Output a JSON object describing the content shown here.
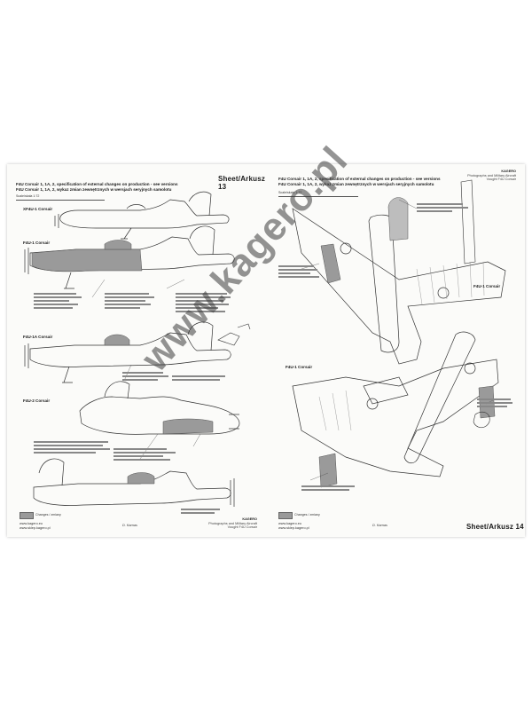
{
  "left_page": {
    "sheet_title": "Sheet/Arkusz 13",
    "heading_line1": "F4U Corsair 1, 1A, 2, specification of external changes on production - see versions",
    "heading_line2": "F4U Corsair 1, 1A, 2, wykaz zmian zewnętrznych w wersjach seryjnych samolotu",
    "scale_label": "Scale/skala 1:72",
    "variant_1": "XF4U-1 Corsair",
    "variant_2": "F4U-1 Corsair",
    "variant_3": "F4U-1A Corsair",
    "variant_4": "F4U-2 Corsair",
    "legend_label": "Changes / zmiany",
    "footer_line1": "www.kagero.eu",
    "footer_line2": "www.sklep.kagero.pl",
    "credit": "D. Karnas"
  },
  "right_page": {
    "sheet_title": "Sheet/Arkusz 14",
    "heading_line1": "F4U Corsair 1, 1A, 2, specification of external changes on production - see versions",
    "heading_line2": "F4U Corsair 1, 1A, 2, wykaz zmian zewnętrznych w wersjach seryjnych samolotu",
    "scale_label": "Scale/skala 1:72",
    "variant_top": "F4U-1 Corsair",
    "variant_bottom": "F4U-1 Corsair",
    "legend_label": "Changes / zmiany",
    "footer_line1": "www.kagero.eu",
    "footer_line2": "www.sklep.kagero.pl",
    "credit": "D. Karnas"
  },
  "publisher": {
    "name": "KAGERO",
    "line1": "Photographs and Military Aircraft",
    "line2": "Vought F4U Corsair"
  },
  "watermark": "www.kagero.pl"
}
